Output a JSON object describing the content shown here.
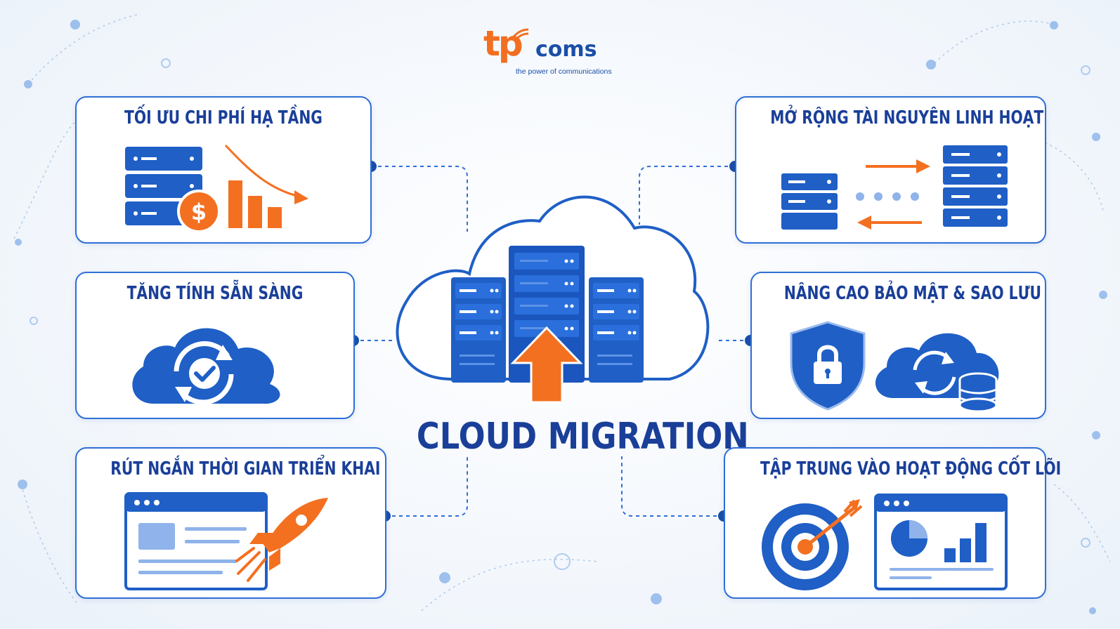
{
  "logo": {
    "tp": "tp",
    "coms": "coms",
    "tagline": "the power of communications"
  },
  "main_title": "CLOUD MIGRATION",
  "cards": [
    {
      "title": "TỐI ƯU CHI PHÍ HẠ TẦNG"
    },
    {
      "title": "TĂNG TÍNH SẴN SÀNG"
    },
    {
      "title": "RÚT NGẮN THỜI GIAN TRIỂN KHAI"
    },
    {
      "title": "MỞ RỘNG TÀI NGUYÊN LINH HOẠT"
    },
    {
      "title": "NÂNG CAO BẢO MẬT & SAO LƯU"
    },
    {
      "title": "TẬP TRUNG VÀO HOẠT ĐỘNG CỐT LÕI"
    }
  ],
  "colors": {
    "primary_blue": "#1f5fc6",
    "dark_blue": "#1a3f99",
    "accent_orange": "#f37021",
    "light_blue": "#8fb3ea"
  },
  "icons": {
    "cost": [
      "server-stack-icon",
      "dollar-coin-icon",
      "decreasing-bar-chart-icon"
    ],
    "availability": [
      "cloud-sync-check-icon"
    ],
    "deploy": [
      "browser-window-icon",
      "rocket-icon"
    ],
    "scale": [
      "small-server-icon",
      "transfer-arrows-icon",
      "large-server-icon"
    ],
    "security": [
      "shield-lock-icon",
      "cloud-backup-database-icon"
    ],
    "focus": [
      "target-arrow-icon",
      "dashboard-chart-icon"
    ]
  }
}
